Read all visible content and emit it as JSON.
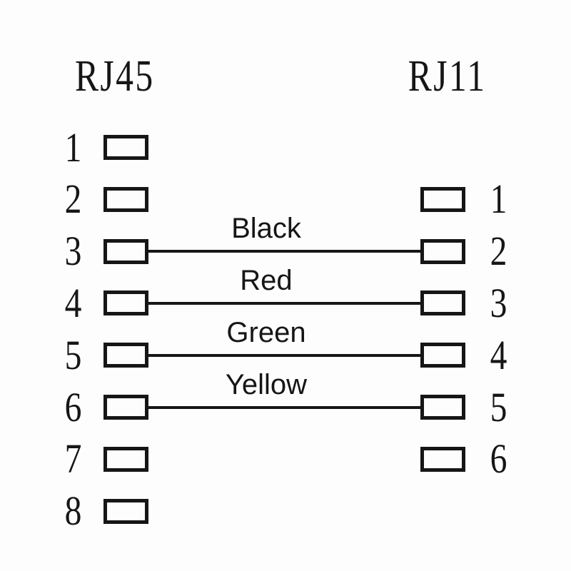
{
  "left_connector": {
    "title": "RJ45",
    "pins": [
      "1",
      "2",
      "3",
      "4",
      "5",
      "6",
      "7",
      "8"
    ]
  },
  "right_connector": {
    "title": "RJ11",
    "pins": [
      "1",
      "2",
      "3",
      "4",
      "5",
      "6"
    ]
  },
  "wires": [
    {
      "label": "Black",
      "left_pin": "3",
      "right_pin": "2"
    },
    {
      "label": "Red",
      "left_pin": "4",
      "right_pin": "3"
    },
    {
      "label": "Green",
      "left_pin": "5",
      "right_pin": "4"
    },
    {
      "label": "Yellow",
      "left_pin": "6",
      "right_pin": "5"
    }
  ],
  "colors": {
    "line": "#161616",
    "background": "#fdfdfd"
  }
}
